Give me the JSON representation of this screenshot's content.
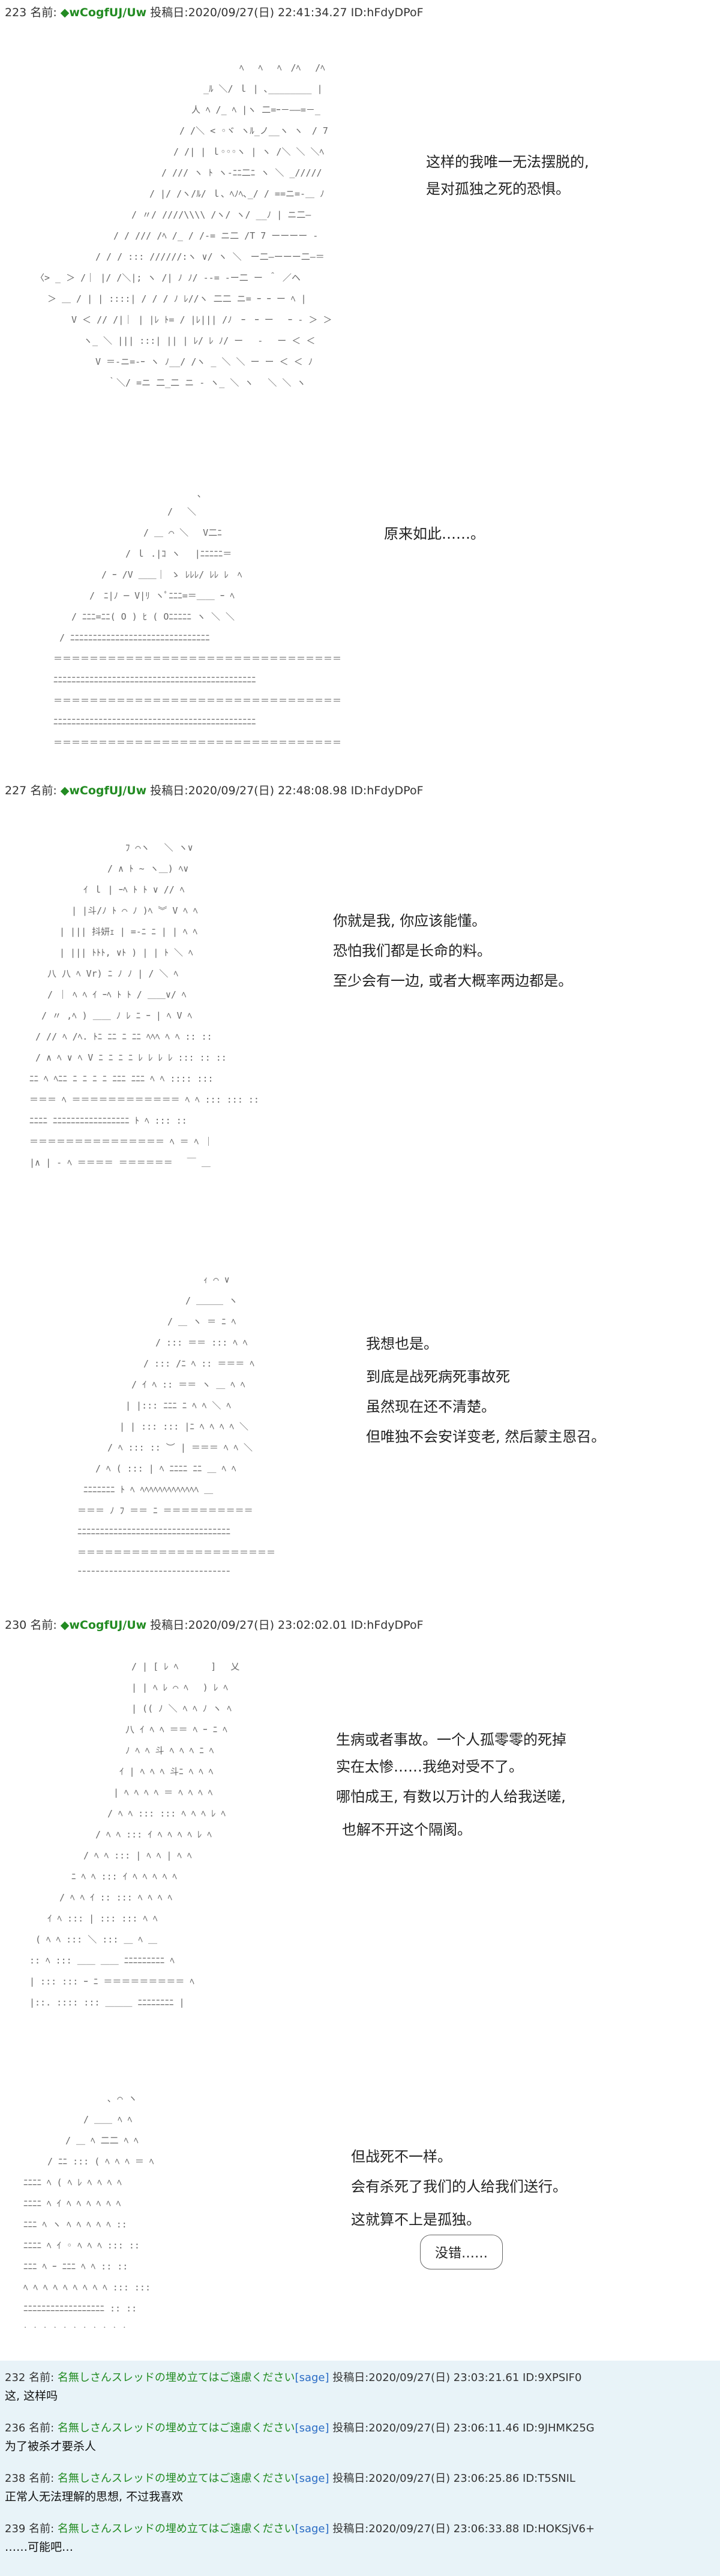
{
  "posts": [
    {
      "num": "223",
      "label": "名前:",
      "name": "◆wCogfUJ/Uw",
      "date": "投稿日:2020/09/27(日) 22:41:34.27",
      "id": "ID:hFdyDPoF"
    },
    {
      "num": "227",
      "label": "名前:",
      "name": "◆wCogfUJ/Uw",
      "date": "投稿日:2020/09/27(日) 22:48:08.98",
      "id": "ID:hFdyDPoF"
    },
    {
      "num": "230",
      "label": "名前:",
      "name": "◆wCogfUJ/Uw",
      "date": "投稿日:2020/09/27(日) 23:02:02.01",
      "id": "ID:hFdyDPoF"
    }
  ],
  "panels": {
    "p1": {
      "lines": [
        "这样的我唯一无法摆脱的,",
        "是对孤独之死的恐惧。"
      ]
    },
    "p2": {
      "lines": [
        "原来如此……。"
      ]
    },
    "p3": {
      "lines": [
        "你就是我, 你应该能懂。",
        "恐怕我们都是长命的料。",
        "至少会有一边, 或者大概率两边都是。"
      ]
    },
    "p4": {
      "lines": [
        "我想也是。",
        "到底是战死病死事故死",
        "虽然现在还不清楚。",
        "但唯独不会安详变老, 然后蒙主恩召。"
      ]
    },
    "p5": {
      "lines": [
        "生病或者事故。一个人孤零零的死掉",
        "实在太惨……我绝对受不了。",
        "哪怕成王, 有数以万计的人给我送嗟,",
        "也解不开这个隔阂。"
      ]
    },
    "p6": {
      "lines": [
        "但战死不一样。",
        "会有杀死了我们的人给我们送行。",
        "这就算不上是孤独。"
      ],
      "bubble": "没错……"
    }
  },
  "replies": [
    {
      "num": "232",
      "label": "名前:",
      "name": "名無しさんスレッドの埋め立てはご遠慮ください",
      "sage": "[sage]",
      "date": "投稿日:2020/09/27(日) 23:03:21.61",
      "id": "ID:9XPSIF0",
      "body": "这, 这样吗"
    },
    {
      "num": "236",
      "label": "名前:",
      "name": "名無しさんスレッドの埋め立てはご遠慮ください",
      "sage": "[sage]",
      "date": "投稿日:2020/09/27(日) 23:06:11.46",
      "id": "ID:9JHMK25G",
      "body": "为了被杀才要杀人"
    },
    {
      "num": "238",
      "label": "名前:",
      "name": "名無しさんスレッドの埋め立てはご遠慮ください",
      "sage": "[sage]",
      "date": "投稿日:2020/09/27(日) 23:06:25.86",
      "id": "ID:T5SNIL",
      "body": "正常人无法理解的思想, 不过我喜欢"
    },
    {
      "num": "239",
      "label": "名前:",
      "name": "名無しさんスレッドの埋め立てはご遠慮ください",
      "sage": "[sage]",
      "date": "投稿日:2020/09/27(日) 23:06:33.88",
      "id": "ID:HOKSjV6+",
      "body": "……可能吧…"
    }
  ],
  "colors": {
    "name_green": "#228b22",
    "sage_blue": "#2a6cc5",
    "reply_bg": "#e8f3f8"
  }
}
